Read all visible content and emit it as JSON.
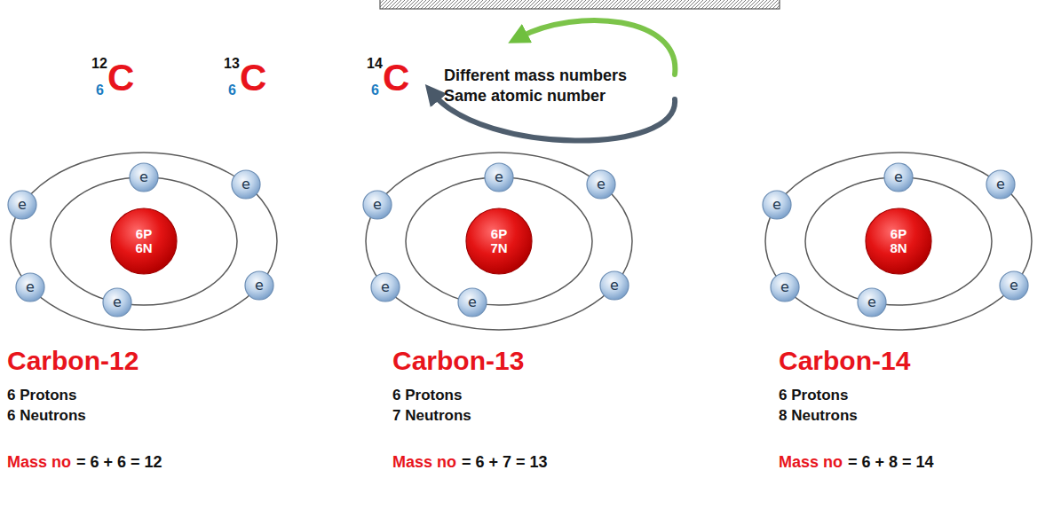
{
  "diagram": {
    "nodes": [
      {
        "text": [
          "e"
        ]
      },
      {
        "text": [
          "e"
        ]
      },
      {
        "text": [
          "e"
        ]
      },
      {
        "text": [
          "6P",
          "6N"
        ]
      },
      {
        "text": [
          "e"
        ]
      },
      {
        "text": [
          "e"
        ]
      },
      {
        "text": [
          "e"
        ]
      },
      {
        "text": [
          "e"
        ]
      },
      {
        "text": [
          "e"
        ]
      },
      {
        "text": [
          "e"
        ]
      },
      {
        "text": [
          "6P",
          "7N"
        ]
      },
      {
        "text": [
          "e"
        ]
      },
      {
        "text": [
          "e"
        ]
      },
      {
        "text": [
          "e"
        ]
      },
      {
        "text": [
          "e"
        ]
      },
      {
        "text": [
          "e"
        ]
      },
      {
        "text": [
          "e"
        ]
      },
      {
        "text": [
          "6P",
          "8N"
        ]
      },
      {
        "text": [
          "e"
        ]
      },
      {
        "text": [
          "e"
        ]
      },
      {
        "text": [
          "e"
        ]
      }
    ],
    "labels": [
      "12",
      "6",
      "C",
      "13",
      "6",
      "C",
      "14",
      "6",
      "C",
      "Different mass numbers",
      "Same atomic number",
      "Carbon-12",
      "6 Protons",
      "6 Neutrons",
      "Mass no",
      "= 6 + 6 = 12",
      "Carbon-13",
      "6 Protons",
      "7 Neutrons",
      "Mass no",
      "= 6 + 7 = 13",
      "Carbon-14",
      "6 Protons",
      "8 Neutrons",
      "Mass no",
      "= 6 + 8 = 14"
    ]
  }
}
